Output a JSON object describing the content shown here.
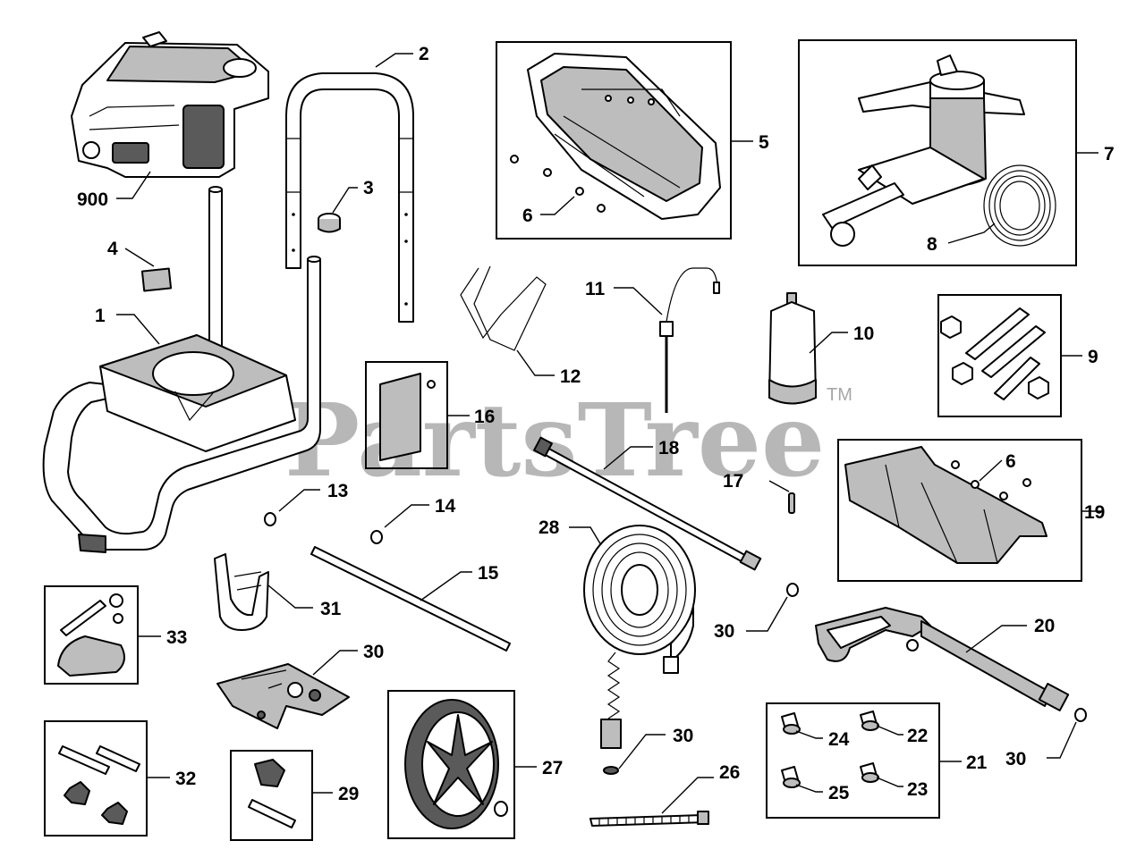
{
  "watermark": {
    "text": "PartsTree",
    "trademark": "TM"
  },
  "labels": {
    "l900": "900",
    "l1": "1",
    "l2": "2",
    "l3": "3",
    "l4": "4",
    "l5": "5",
    "l6a": "6",
    "l6b": "6",
    "l7": "7",
    "l8": "8",
    "l9": "9",
    "l10": "10",
    "l11": "11",
    "l12": "12",
    "l13": "13",
    "l14": "14",
    "l15": "15",
    "l16": "16",
    "l17": "17",
    "l18": "18",
    "l19": "19",
    "l20": "20",
    "l21": "21",
    "l22": "22",
    "l23": "23",
    "l24": "24",
    "l25": "25",
    "l26": "26",
    "l27": "27",
    "l28": "28",
    "l29": "29",
    "l30a": "30",
    "l30b": "30",
    "l30c": "30",
    "l30d": "30",
    "l31": "31",
    "l32": "32",
    "l33": "33"
  }
}
